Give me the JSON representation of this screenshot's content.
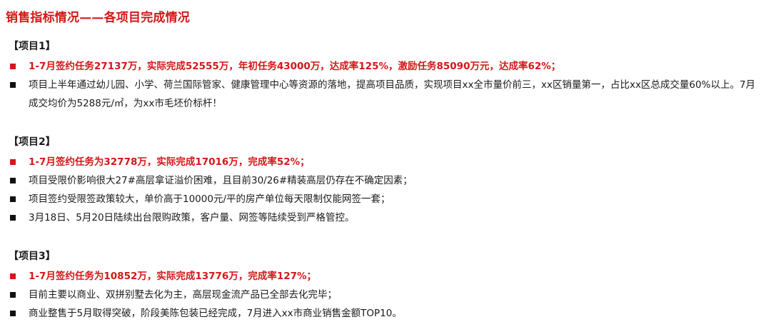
{
  "title": "销售指标情况——各项目完成情况",
  "accent_color": "#d21818",
  "sections": [
    {
      "heading": "【项目1】",
      "highlight": "1-7月签约任务27137万，实际完成52555万，年初任务43000万，达成率125%，激励任务85090万元，达成率62%；",
      "bullets": [
        "项目上半年通过幼儿园、小学、荷兰国际管家、健康管理中心等资源的落地，提高项目品质，实现项目xx全市量价前三，xx区销量第一，占比xx区总成交量60%以上。7月成交均价为5288元/㎡，为xx市毛坯价标杆！"
      ]
    },
    {
      "heading": "【项目2】",
      "highlight": "1-7月签约任务为32778万，实际完成17016万，完成率52%；",
      "bullets": [
        " 项目受限价影响很大27#高层拿证溢价困难，且目前30/26#精装高层仍存在不确定因素；",
        " 项目签约受限签政策较大，单价高于10000元/平的房产单位每天限制仅能网签一套；",
        " 3月18日、5月20日陆续出台限购政策，客户量、网签等陆续受到严格管控。"
      ]
    },
    {
      "heading": "【项目3】",
      "highlight": "1-7月签约任务为10852万，实际完成13776万，完成率127%；",
      "bullets": [
        "目前主要以商业、双拼别墅去化为主，高层现金流产品已全部去化完毕；",
        "商业整售于5月取得突破，阶段美陈包装已经完成，7月进入xx市商业销售金额TOP10。"
      ]
    }
  ]
}
